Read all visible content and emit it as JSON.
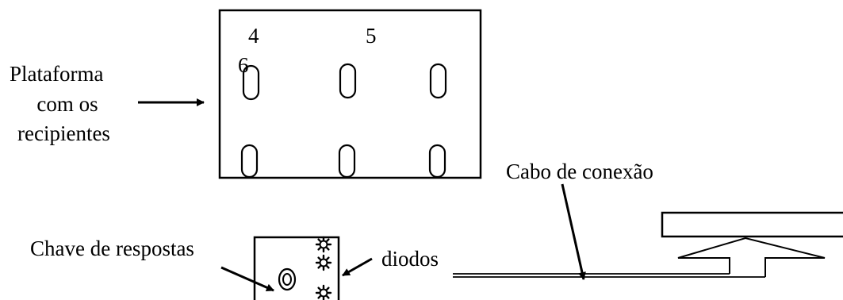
{
  "labels": {
    "platform_line1": "Plataforma",
    "platform_line2": "com os",
    "platform_line3": "recipientes",
    "cable": "Cabo de conexão",
    "answer_key": "Chave de respostas",
    "diodes": "diodos"
  },
  "platform_numbers": {
    "n4": "4",
    "n5": "5",
    "n6": "6"
  }
}
